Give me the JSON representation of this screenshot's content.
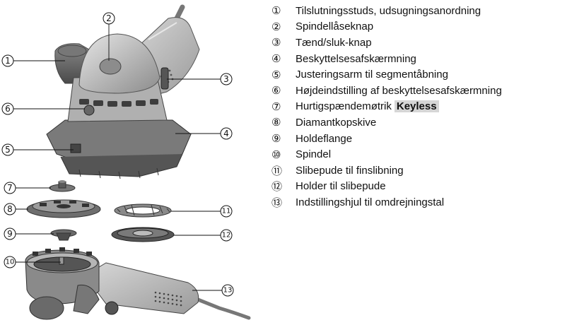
{
  "legend": {
    "items": [
      {
        "num": "①",
        "label": "Tilslutningsstuds, udsugningsanordning"
      },
      {
        "num": "②",
        "label": "Spindellåseknap"
      },
      {
        "num": "③",
        "label": "Tænd/sluk-knap"
      },
      {
        "num": "④",
        "label": "Beskyttelsesafskærmning"
      },
      {
        "num": "⑤",
        "label": "Justeringsarm til segmentåbning"
      },
      {
        "num": "⑥",
        "label": "Højdeindstilling af beskyttelsesafskærmning"
      },
      {
        "num": "⑦",
        "label": "Hurtigspændemøtrik",
        "emphasis": "Keyless"
      },
      {
        "num": "⑧",
        "label": "Diamantkopskive"
      },
      {
        "num": "⑨",
        "label": "Holdeflange"
      },
      {
        "num": "⑩",
        "label": "Spindel"
      },
      {
        "num": "⑪",
        "label": "Slibepude til finslibning"
      },
      {
        "num": "⑫",
        "label": "Holder til slibepude"
      },
      {
        "num": "⑬",
        "label": "Indstillingshjul til omdrejningstal"
      }
    ]
  },
  "callouts": [
    "1",
    "2",
    "3",
    "4",
    "5",
    "6",
    "7",
    "8",
    "9",
    "10",
    "11",
    "12",
    "13"
  ]
}
